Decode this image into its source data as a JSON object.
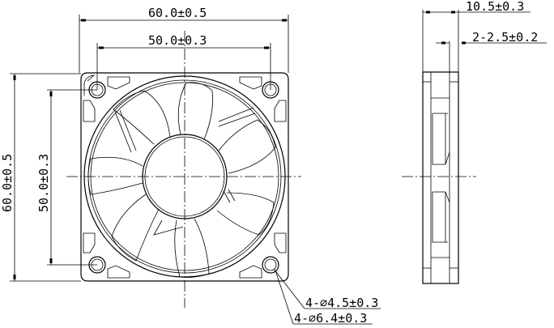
{
  "drawing": {
    "title": "60x60x10.5 mm fan dimension drawing",
    "front_view": {
      "dim_width_outer": "60.0±0.5",
      "dim_width_holes": "50.0±0.3",
      "dim_height_outer": "60.0±0.5",
      "dim_height_holes": "50.0±0.3",
      "hole_callout_inner": "4-⌀4.5±0.3",
      "hole_callout_outer": "4-⌀6.4±0.3"
    },
    "side_view": {
      "dim_thickness": "10.5±0.3",
      "dim_flange": "2-2.5±0.2"
    },
    "colors": {
      "line": "#000000",
      "background": "#ffffff"
    }
  }
}
